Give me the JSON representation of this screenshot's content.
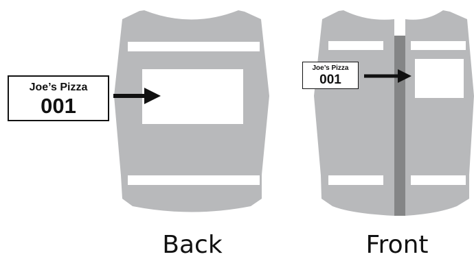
{
  "colors": {
    "vest": "#b8b9bb",
    "zipper": "#848586",
    "stripe": "#ffffff",
    "arrow": "#111111",
    "outline": "#111111"
  },
  "back": {
    "label": "Back",
    "badge": {
      "shop": "Joe’s Pizza",
      "number": "001"
    }
  },
  "front": {
    "label": "Front",
    "badge": {
      "shop": "Joe’s Pizza",
      "number": "001"
    }
  }
}
